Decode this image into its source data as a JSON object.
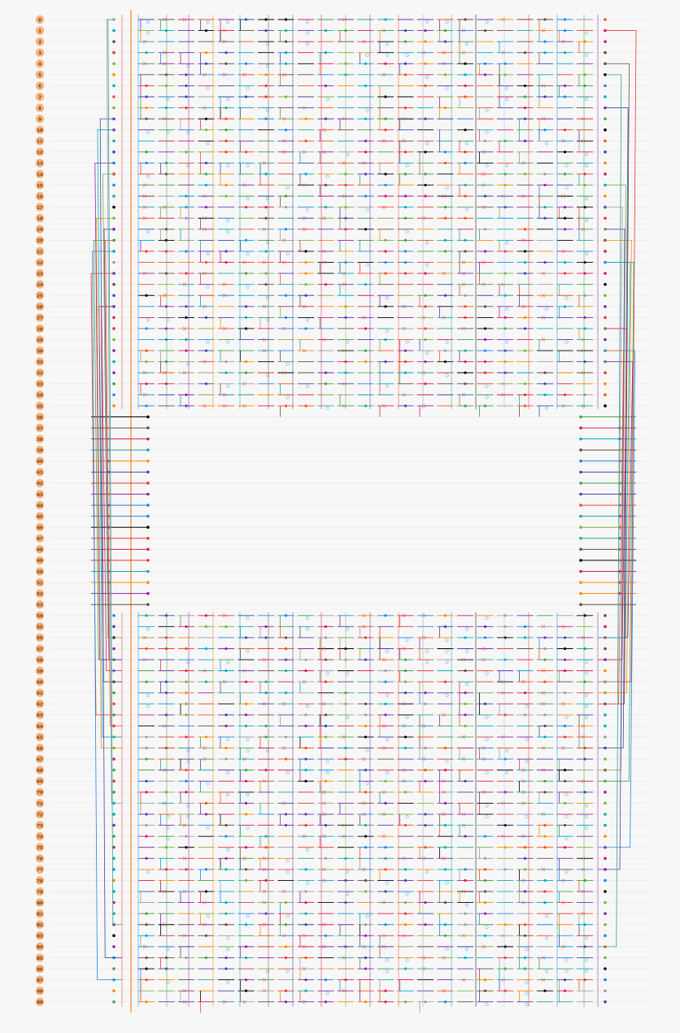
{
  "diagram": {
    "row_labels": [
      "0",
      "1",
      "2",
      "3",
      "4",
      "5",
      "6",
      "7",
      "8",
      "9",
      "10",
      "11",
      "12",
      "13",
      "14",
      "15",
      "16",
      "17",
      "18",
      "19",
      "20",
      "21",
      "22",
      "23",
      "24",
      "25",
      "26",
      "27",
      "28",
      "29",
      "30",
      "31",
      "32",
      "33",
      "34",
      "35",
      "36",
      "37",
      "38",
      "39",
      "40",
      "41",
      "42",
      "43",
      "44",
      "45",
      "46",
      "47",
      "48",
      "49",
      "50",
      "51",
      "52",
      "53",
      "54",
      "55",
      "56",
      "57",
      "58",
      "59",
      "60",
      "61",
      "62",
      "63",
      "64",
      "65",
      "66",
      "67",
      "68",
      "69",
      "70",
      "71",
      "72",
      "73",
      "74",
      "75",
      "76",
      "77",
      "78",
      "79",
      "80",
      "81",
      "82",
      "83",
      "84",
      "85",
      "86",
      "87",
      "88",
      "89"
    ],
    "colors": {
      "background": "#f7f7f7",
      "row_badge": "#f6b27a",
      "row_badge_text": "#6b3a10",
      "rail": "#f3a35a",
      "palette": [
        "#e53935",
        "#1e88e5",
        "#43a047",
        "#8e24aa",
        "#fb8c00",
        "#00acc1",
        "#6d4c41",
        "#3949ab",
        "#d81b60",
        "#7cb342",
        "#5e35b1",
        "#f4511e",
        "#9e9e9e",
        "#26a69a",
        "#000000",
        "#90caf9"
      ]
    },
    "sections": {
      "top": {
        "first_row": 0,
        "last_row": 35
      },
      "middle": {
        "first_row": 36,
        "last_row": 53
      },
      "bottom": {
        "first_row": 54,
        "last_row": 89
      }
    }
  }
}
